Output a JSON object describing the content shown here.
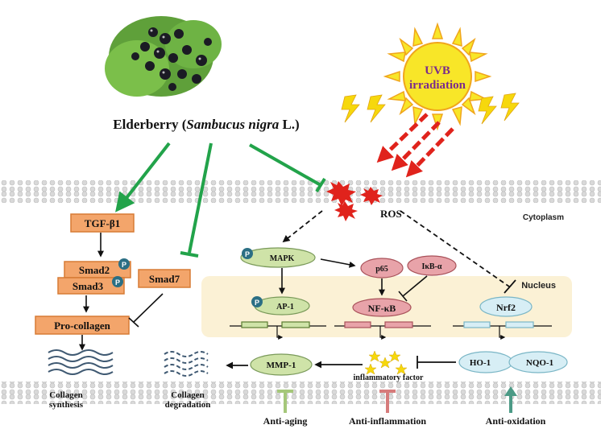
{
  "title": {
    "prefix": "Elderberry (",
    "italic": "Sambucus nigra",
    "suffix": " L.)"
  },
  "uvb": {
    "line1": "UVB",
    "line2": "irradiation"
  },
  "ros": "ROS",
  "regions": {
    "cytoplasm": "Cytoplasm",
    "nucleus": "Nucleus"
  },
  "tgf_pathway": {
    "tgf": "TGF-β1",
    "smad2": "Smad2",
    "smad3": "Smad3",
    "smad7": "Smad7",
    "procollagen": "Pro-collagen",
    "synthesis_line1": "Collagen",
    "synthesis_line2": "synthesis"
  },
  "phospho": "P",
  "mapk": "MAPK",
  "ap1": "AP-1",
  "p65": "p65",
  "ikb": "IκB-α",
  "nfkb": "NF-κB",
  "nrf2": "Nrf2",
  "mmp1": "MMP-1",
  "inflammatory": "inflammatory factor",
  "ho1": "HO-1",
  "nqo1": "NQO-1",
  "degradation_line1": "Collagen",
  "degradation_line2": "degradation",
  "outcomes": {
    "aging": "Anti-aging",
    "inflammation": "Anti-inflammation",
    "oxidation": "Anti-oxidation"
  },
  "colors": {
    "green_arrow": "#22a34a",
    "orange_box": "#f3a56b",
    "orange_border": "#d77b35",
    "green_ellipse": "#cfe3a8",
    "pink_ellipse": "#e8a3a9",
    "blue_ellipse": "#d7eef5",
    "nucleus_bg": "#fbf1d5",
    "red_dashed": "#e0231c",
    "sun": "#f8e628"
  }
}
